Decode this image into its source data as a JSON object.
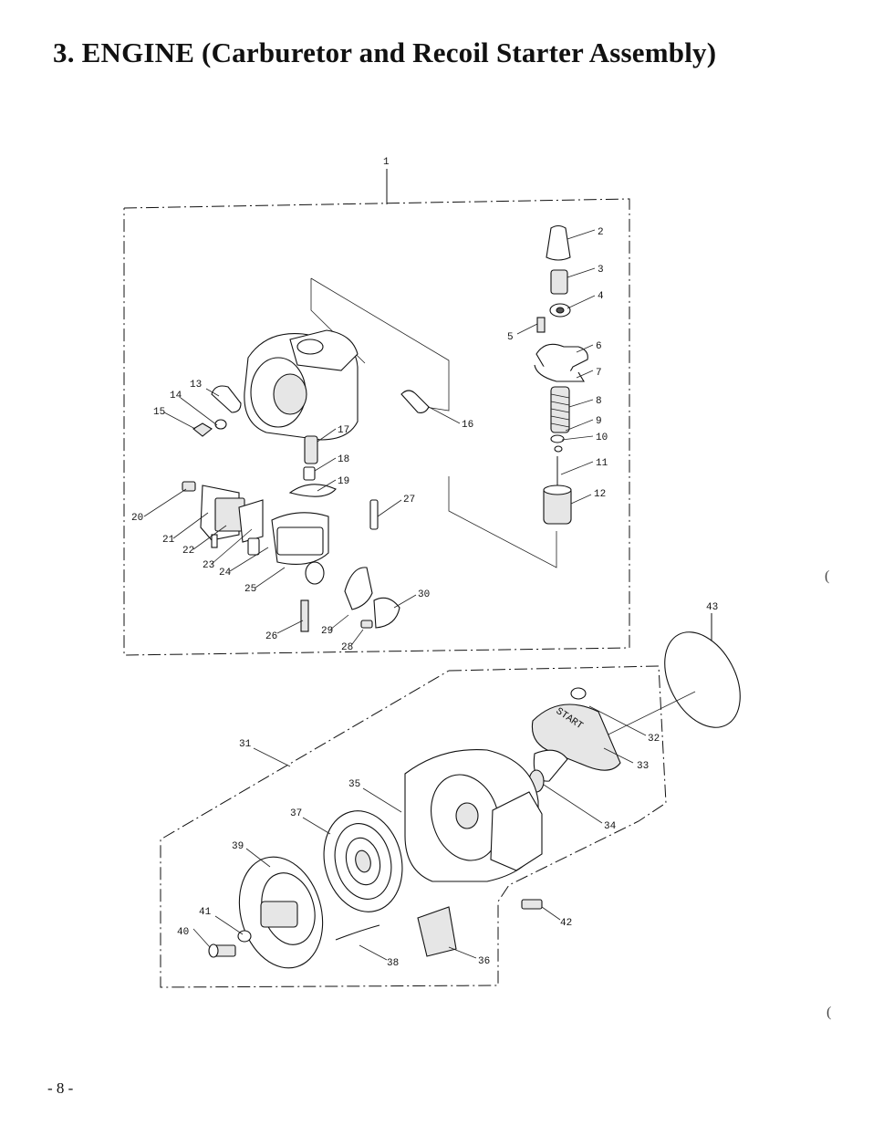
{
  "title": "3. ENGINE (Carburetor and Recoil Starter Assembly)",
  "page_number": "- 8 -",
  "callouts": {
    "c1": "1",
    "c2": "2",
    "c3": "3",
    "c4": "4",
    "c5": "5",
    "c6": "6",
    "c7": "7",
    "c8": "8",
    "c9": "9",
    "c10": "10",
    "c11": "11",
    "c12": "12",
    "c13": "13",
    "c14": "14",
    "c15": "15",
    "c16": "16",
    "c17": "17",
    "c18": "18",
    "c19": "19",
    "c20": "20",
    "c21": "21",
    "c22": "22",
    "c23": "23",
    "c24": "24",
    "c25": "25",
    "c26": "26",
    "c27": "27",
    "c28": "28",
    "c29": "29",
    "c30": "30",
    "c31": "31",
    "c32": "32",
    "c33": "33",
    "c34": "34",
    "c35": "35",
    "c36": "36",
    "c37": "37",
    "c38": "38",
    "c39": "39",
    "c40": "40",
    "c41": "41",
    "c42": "42",
    "c43": "43"
  },
  "handle_text": "START",
  "margin_marks": [
    "(",
    "("
  ]
}
